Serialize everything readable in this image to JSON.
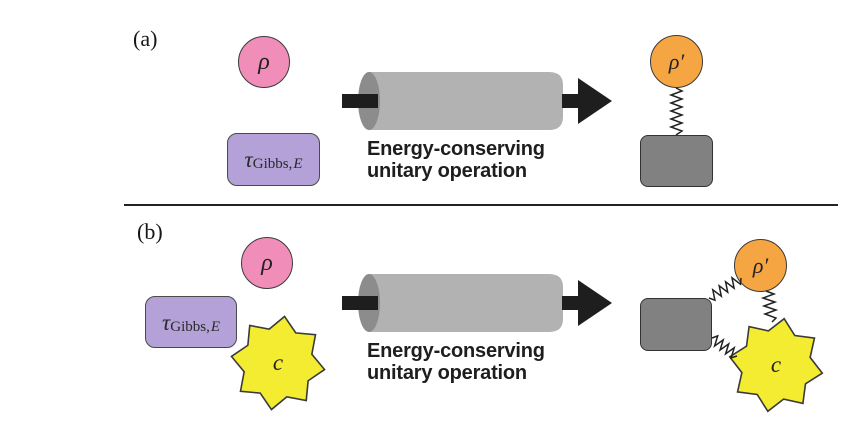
{
  "figure": {
    "type": "two-panel physics schematic",
    "caption": {
      "line1": "Energy-conserving",
      "line2": "unitary operation"
    }
  },
  "colors": {
    "pink": "#F08DB8",
    "purple": "#B3A1D7",
    "orange": "#F5A643",
    "yellow": "#F3EC31",
    "gray_box": "#818181",
    "cylinder_body": "#B2B2B2",
    "cylinder_cap": "#8C8C8C",
    "ink": "#1E1E1E",
    "outline": "#3A3A3A"
  },
  "icons": {
    "cylinder": "unitary-channel-cylinder",
    "arrow": "right-arrow",
    "spring": "zigzag-spring",
    "star": "eight-point-star"
  },
  "panel_a": {
    "label": "(a)",
    "rho": "ρ",
    "tau_symbol": "τ",
    "tau_subscript": "Gibbs,",
    "tau_subscript_var": "E",
    "rho_prime": "ρ′"
  },
  "panel_b": {
    "label": "(b)",
    "rho": "ρ",
    "tau_symbol": "τ",
    "tau_subscript": "Gibbs,",
    "tau_subscript_var": "E",
    "clock": "c",
    "rho_prime": "ρ′",
    "clock_out": "c"
  }
}
